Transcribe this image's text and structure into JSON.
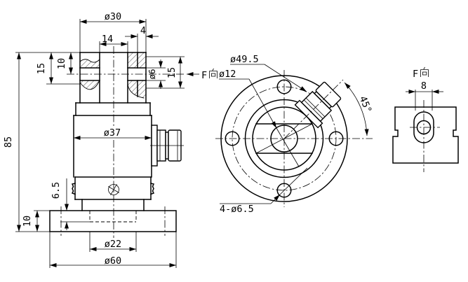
{
  "colors": {
    "line": "#000000",
    "background": "#ffffff"
  },
  "front_view": {
    "dim_top_diameter": "ø30",
    "dim_tab_thickness": "4",
    "dim_slot_width": "14",
    "dim_clevis_height": "15",
    "dim_hole_offset": "10",
    "dim_hole_diameter": "ø6",
    "dim_tab_height": "15",
    "dim_total_height": "85",
    "dim_body_diameter": "ø37",
    "dim_recess_depth": "6.5",
    "dim_flange_thickness": "10",
    "dim_recess_diameter": "ø22",
    "dim_flange_diameter": "ø60",
    "view_arrow_label": "F向"
  },
  "top_view": {
    "dim_bolt_circle": "ø49.5",
    "dim_center_hole": "ø12",
    "dim_hole_pattern_angle": "45°",
    "dim_mounting_holes": "4-ø6.5"
  },
  "side_view": {
    "view_label": "F向",
    "dim_tab_width": "8"
  },
  "glyphs": {
    "f_letter": "F"
  }
}
